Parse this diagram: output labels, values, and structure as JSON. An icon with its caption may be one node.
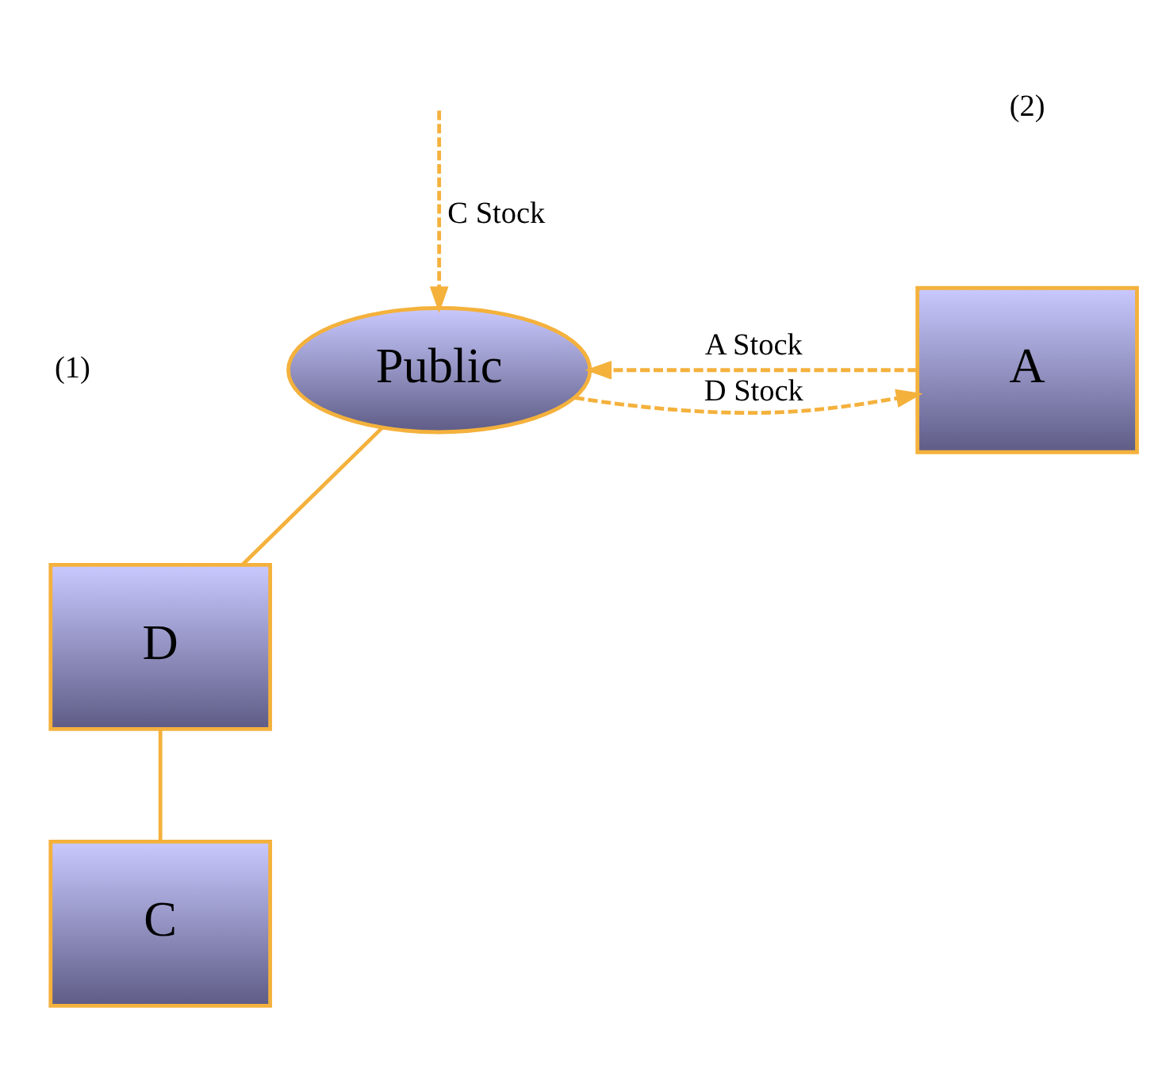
{
  "diagram": {
    "nodes": [
      {
        "text": [
          "Public"
        ]
      },
      {
        "text": [
          "A"
        ]
      },
      {
        "text": [
          "D"
        ]
      },
      {
        "text": [
          "C"
        ]
      }
    ],
    "edges": [
      {
        "from": 1,
        "to": 0,
        "arrow": "to",
        "label": "A Stock",
        "style": "dashed"
      },
      {
        "from": 0,
        "to": 1,
        "arrow": "to",
        "label": "D Stock",
        "style": "dashed"
      },
      {
        "from": 0,
        "to": 2,
        "arrow": "none"
      },
      {
        "from": 2,
        "to": 3,
        "arrow": "none"
      },
      {
        "from": null,
        "to": 0,
        "arrow": "to",
        "label": "C Stock",
        "style": "dashed"
      }
    ],
    "labels": [
      "(2)",
      "(1)"
    ]
  }
}
